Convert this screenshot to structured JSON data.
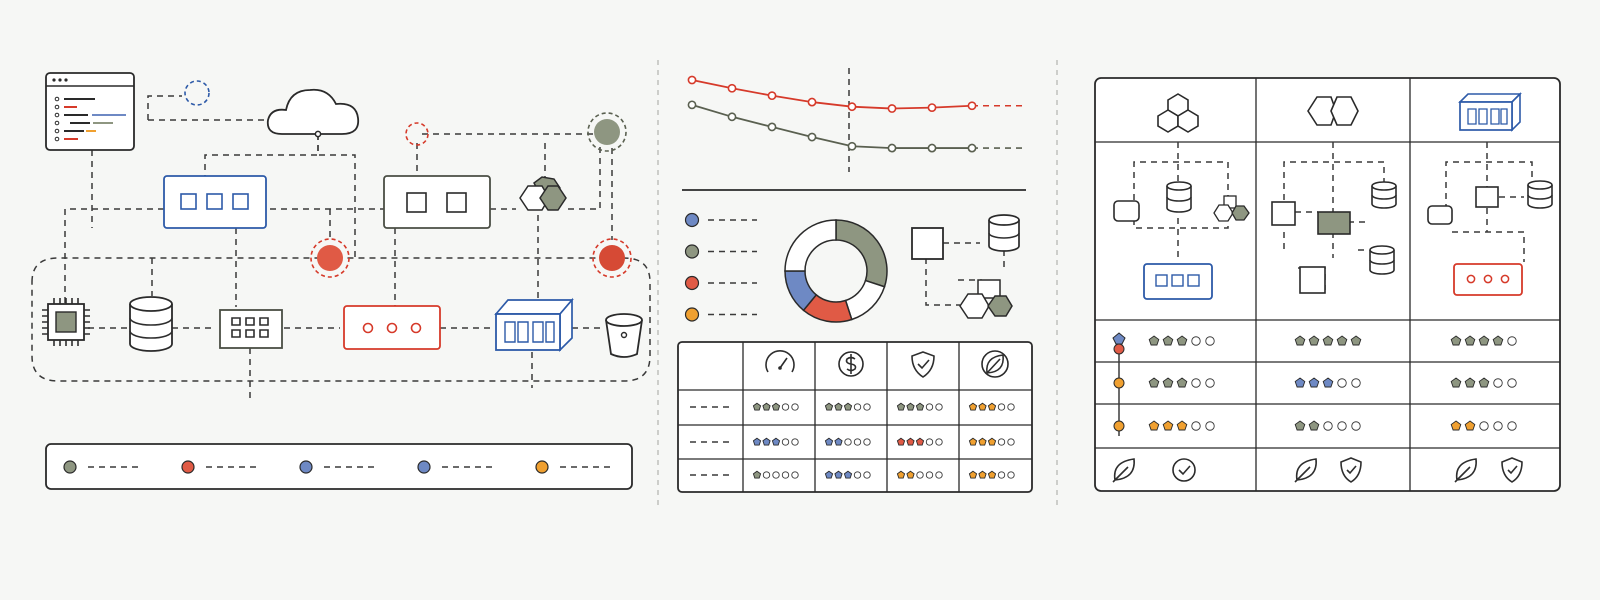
{
  "palette": {
    "olive": "#8e9681",
    "olive_stroke": "#5a6050",
    "red": "#e05a45",
    "red_stroke": "#d63a2a",
    "blue": "#6e89c4",
    "blue_stroke": "#2d5aa8",
    "orange": "#f0a030",
    "orange_stroke": "#d08010",
    "ink": "#2a2a2a",
    "background": "#f6f7f5"
  },
  "architecture": {
    "top_icons": [
      "browser-window-icon",
      "cloud-icon",
      "hexagon-cluster-icon"
    ],
    "middle_nodes": [
      "service-three-slots",
      "service-two-slots"
    ],
    "bottom_nodes": [
      "cpu-chip-icon",
      "database-icon",
      "grid-module-icon",
      "red-dot-module",
      "container-box-icon",
      "bucket-icon"
    ],
    "legend_dots": [
      "olive",
      "red",
      "blue",
      "blue",
      "orange"
    ]
  },
  "chart_data": {
    "type": "line",
    "series": [
      {
        "color": "red",
        "values": [
          100,
          91,
          83,
          76,
          71,
          69,
          70,
          72
        ]
      },
      {
        "color": "olive",
        "values": [
          73,
          60,
          49,
          38,
          28,
          26,
          26,
          26
        ]
      }
    ],
    "donut": [
      {
        "color": "olive",
        "value": 30
      },
      {
        "color": "white",
        "value": 15
      },
      {
        "color": "red",
        "value": 16
      },
      {
        "color": "blue",
        "value": 14
      },
      {
        "color": "white",
        "value": 25
      }
    ],
    "legend_dots": [
      "blue",
      "olive",
      "red",
      "orange"
    ]
  },
  "rating_table": {
    "header_icons": [
      "gauge-icon",
      "dollar-icon",
      "shield-check-icon",
      "leaf-icon"
    ],
    "rows": [
      {
        "cells": [
          {
            "color": "olive",
            "filled": 3
          },
          {
            "color": "olive",
            "filled": 3
          },
          {
            "color": "olive",
            "filled": 3
          },
          {
            "color": "orange",
            "filled": 3
          }
        ]
      },
      {
        "cells": [
          {
            "color": "blue",
            "filled": 3
          },
          {
            "color": "blue",
            "filled": 2
          },
          {
            "color": "red",
            "filled": 3
          },
          {
            "color": "orange",
            "filled": 3
          }
        ]
      },
      {
        "cells": [
          {
            "color": "olive",
            "filled": 1
          },
          {
            "color": "blue",
            "filled": 3
          },
          {
            "color": "orange",
            "filled": 2
          },
          {
            "color": "orange",
            "filled": 3
          }
        ]
      }
    ]
  },
  "comparison": {
    "columns": [
      {
        "icon": "hexagon-cluster-icon",
        "ratings": [
          {
            "color": "olive",
            "filled": 3
          },
          {
            "color": "olive",
            "filled": 3
          },
          {
            "color": "orange",
            "filled": 3
          }
        ],
        "footer_icons": [
          "leaf-icon",
          "check-circle-icon"
        ]
      },
      {
        "icon": "hexagon-pair-icon",
        "ratings": [
          {
            "color": "olive",
            "filled": 5
          },
          {
            "color": "blue",
            "filled": 3
          },
          {
            "color": "olive",
            "filled": 2
          }
        ],
        "footer_icons": [
          "leaf-icon",
          "shield-check-icon"
        ]
      },
      {
        "icon": "container-box-icon",
        "ratings": [
          {
            "color": "olive",
            "filled": 4
          },
          {
            "color": "olive",
            "filled": 3
          },
          {
            "color": "orange",
            "filled": 2
          }
        ],
        "footer_icons": [
          "leaf-icon",
          "shield-check-icon"
        ]
      }
    ],
    "row_markers": [
      "blue-red",
      "orange",
      "orange"
    ]
  }
}
